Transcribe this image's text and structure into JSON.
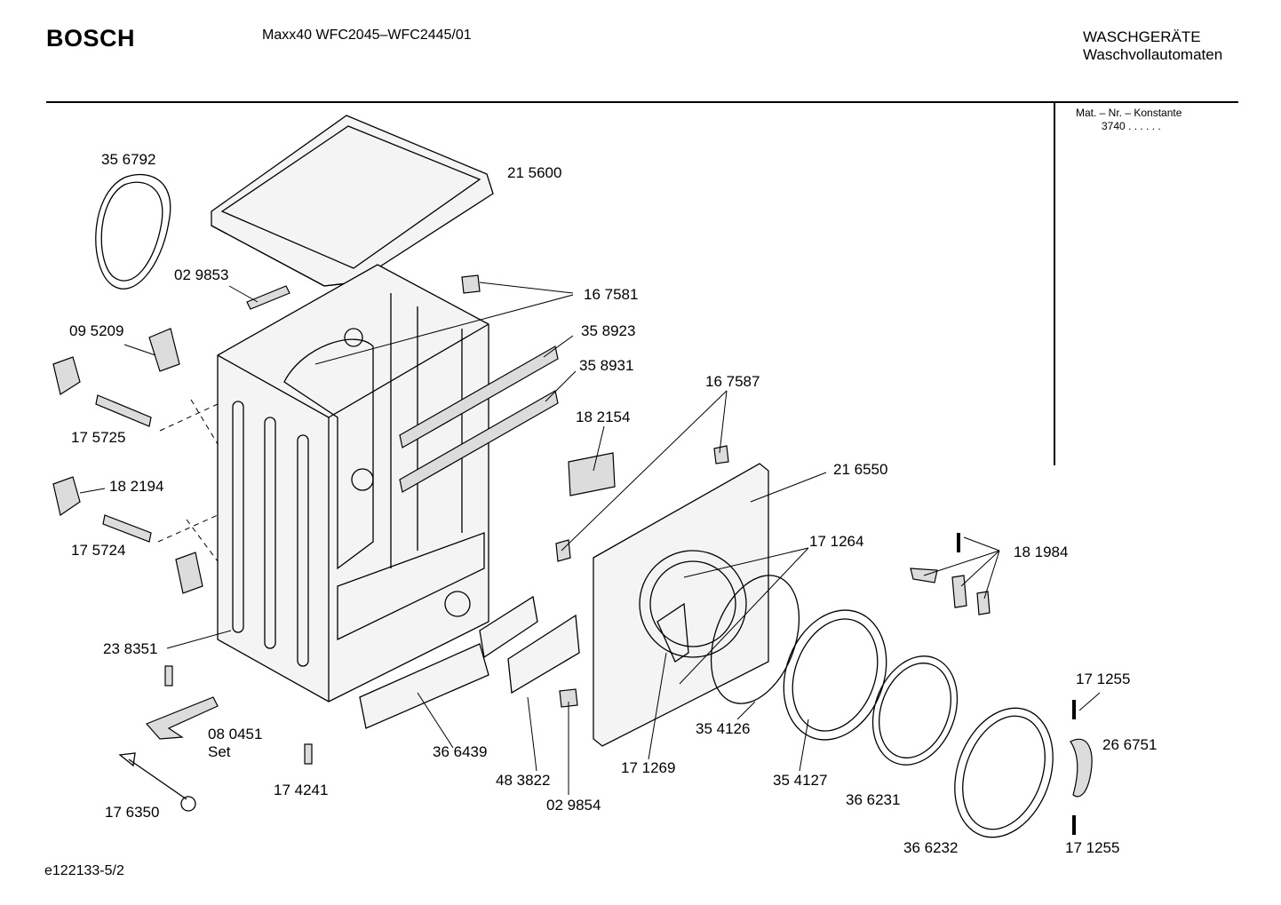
{
  "header": {
    "brand": "BOSCH",
    "model": "Maxx40 WFC2045–WFC2445/01",
    "category_line1": "WASCHGERÄTE",
    "category_line2": "Waschvollautomaten"
  },
  "constants": {
    "label": "Mat. – Nr. – Konstante",
    "value": "3740  .  .  .  .  .  ."
  },
  "footer": {
    "drawing_id": "e122133-5/2"
  },
  "part_labels": [
    {
      "id": "p356792",
      "text": "35 6792"
    },
    {
      "id": "p215600",
      "text": "21 5600"
    },
    {
      "id": "p029853",
      "text": "02 9853"
    },
    {
      "id": "p167581",
      "text": "16 7581"
    },
    {
      "id": "p095209",
      "text": "09 5209"
    },
    {
      "id": "p358923",
      "text": "35 8923"
    },
    {
      "id": "p358931",
      "text": "35 8931"
    },
    {
      "id": "p167587",
      "text": "16 7587"
    },
    {
      "id": "p175725",
      "text": "17 5725"
    },
    {
      "id": "p182154",
      "text": "18 2154"
    },
    {
      "id": "p216550",
      "text": "21 6550"
    },
    {
      "id": "p182194",
      "text": "18 2194"
    },
    {
      "id": "p171264",
      "text": "17 1264"
    },
    {
      "id": "p175724",
      "text": "17 5724"
    },
    {
      "id": "p181984",
      "text": "18 1984"
    },
    {
      "id": "p238351",
      "text": "23 8351"
    },
    {
      "id": "p171255a",
      "text": "17 1255"
    },
    {
      "id": "p080451",
      "text": "08 0451"
    },
    {
      "id": "pset",
      "text": "Set"
    },
    {
      "id": "p366439",
      "text": "36 6439"
    },
    {
      "id": "p354126",
      "text": "35 4126"
    },
    {
      "id": "p266751",
      "text": "26 6751"
    },
    {
      "id": "p171269",
      "text": "17 1269"
    },
    {
      "id": "p483822",
      "text": "48 3822"
    },
    {
      "id": "p354127",
      "text": "35 4127"
    },
    {
      "id": "p174241",
      "text": "17 4241"
    },
    {
      "id": "p366231",
      "text": "36 6231"
    },
    {
      "id": "p029854",
      "text": "02 9854"
    },
    {
      "id": "p176350",
      "text": "17 6350"
    },
    {
      "id": "p366232",
      "text": "36 6232"
    },
    {
      "id": "p171255b",
      "text": "17 1255"
    }
  ]
}
